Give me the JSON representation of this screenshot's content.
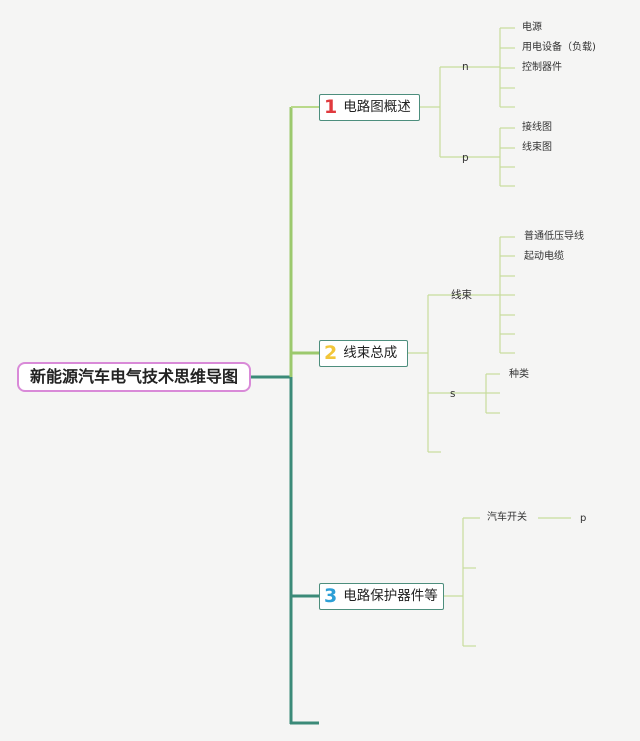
{
  "root": {
    "label": "新能源汽车电气技术思维导图"
  },
  "topics": [
    {
      "number": "1",
      "label": "电路图概述",
      "subs": [
        {
          "label": "n",
          "leaves": [
            "电源",
            "用电设备（负载)",
            "控制器件"
          ]
        },
        {
          "label": "p",
          "leaves": [
            "接线图",
            "线束图"
          ]
        }
      ]
    },
    {
      "number": "2",
      "label": "线束总成",
      "subs": [
        {
          "label": "线束",
          "leaves": [
            "普通低压导线",
            "起动电缆"
          ]
        },
        {
          "label": "s",
          "leaves": [
            "种类"
          ]
        }
      ]
    },
    {
      "number": "3",
      "label": "电路保护器件等",
      "subs": [
        {
          "label": "汽车开关",
          "leaves": [
            "p"
          ]
        }
      ]
    }
  ],
  "colors": {
    "trunk": "#3b8a78",
    "branch_light": "#b9d98a",
    "leaf_lines": "#d6e4b2",
    "root_border": "#d98ad8",
    "topic_border": "#4d8e7d"
  }
}
